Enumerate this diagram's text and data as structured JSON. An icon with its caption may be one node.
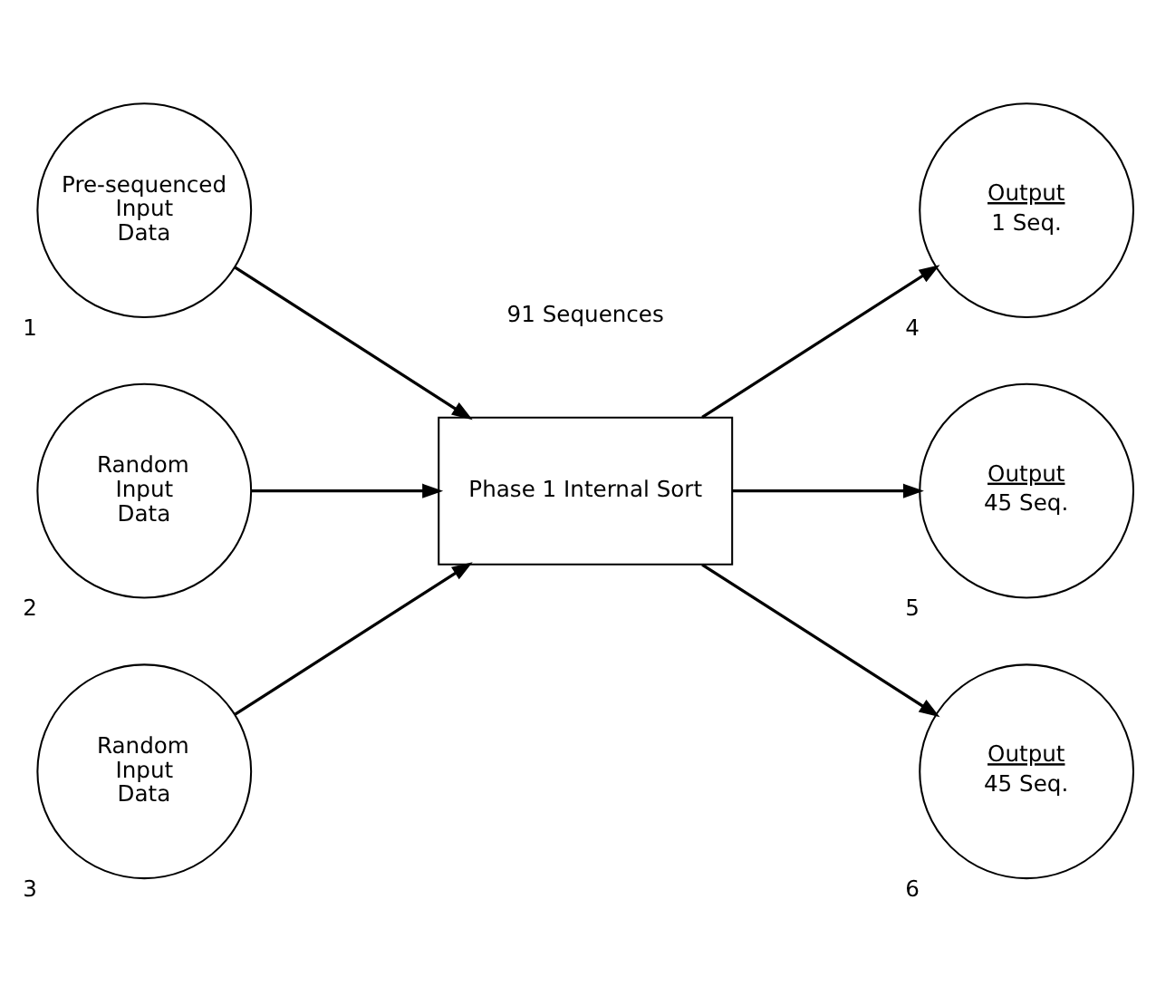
{
  "diagram": {
    "nodes": [
      {
        "text": [
          "Pre-sequenced Input Data"
        ],
        "beside": [
          "1"
        ]
      },
      {
        "text": [
          "Random Input Data"
        ],
        "beside": [
          "2"
        ]
      },
      {
        "text": [
          "Random Input Data"
        ],
        "beside": [
          "3"
        ]
      },
      {
        "text": [
          "Phase 1 Internal Sort"
        ]
      },
      {
        "text": [
          "Output",
          "1 Seq."
        ],
        "beside": [
          "4"
        ]
      },
      {
        "text": [
          "Output",
          "45 Seq."
        ],
        "beside": [
          "5"
        ]
      },
      {
        "text": [
          "Output",
          "45 Seq."
        ],
        "beside": [
          "6"
        ]
      }
    ],
    "edges": [
      {
        "from": 0,
        "to": 3,
        "arrow": "to"
      },
      {
        "from": 1,
        "to": 3,
        "arrow": "to"
      },
      {
        "from": 2,
        "to": 3,
        "arrow": "to"
      },
      {
        "from": 3,
        "to": 4,
        "arrow": "to"
      },
      {
        "from": 3,
        "to": 5,
        "arrow": "to"
      },
      {
        "from": 3,
        "to": 6,
        "arrow": "to"
      }
    ],
    "labels": [
      "91 Sequences"
    ]
  }
}
